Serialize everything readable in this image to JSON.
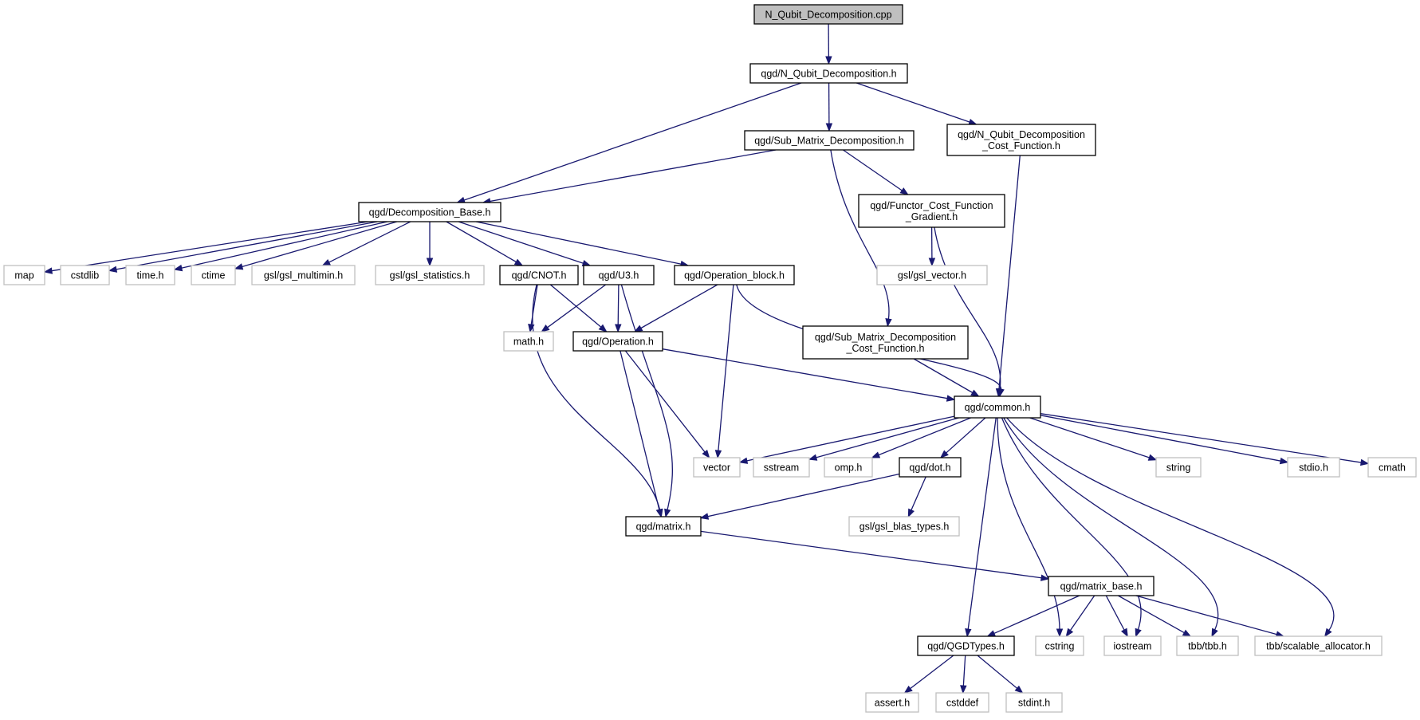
{
  "graph": {
    "colors": {
      "edge": "#191970",
      "root_fill": "#bfbfbf",
      "header_border": "#000000",
      "external_border": "#bfbfbf",
      "node_fill": "#ffffff"
    },
    "nodes": [
      {
        "id": "root",
        "lines": [
          "N_Qubit_Decomposition.cpp"
        ],
        "kind": "root"
      },
      {
        "id": "nqd_h",
        "lines": [
          "qgd/N_Qubit_Decomposition.h"
        ],
        "kind": "header"
      },
      {
        "id": "smd_h",
        "lines": [
          "qgd/Sub_Matrix_Decomposition.h"
        ],
        "kind": "header"
      },
      {
        "id": "nqdcf_h",
        "lines": [
          "qgd/N_Qubit_Decomposition",
          "_Cost_Function.h"
        ],
        "kind": "header"
      },
      {
        "id": "db_h",
        "lines": [
          "qgd/Decomposition_Base.h"
        ],
        "kind": "header"
      },
      {
        "id": "fcfg_h",
        "lines": [
          "qgd/Functor_Cost_Function",
          "_Gradient.h"
        ],
        "kind": "header"
      },
      {
        "id": "map",
        "lines": [
          "map"
        ],
        "kind": "external"
      },
      {
        "id": "cstdlib",
        "lines": [
          "cstdlib"
        ],
        "kind": "external"
      },
      {
        "id": "time_h",
        "lines": [
          "time.h"
        ],
        "kind": "external"
      },
      {
        "id": "ctime",
        "lines": [
          "ctime"
        ],
        "kind": "external"
      },
      {
        "id": "gsl_multimin",
        "lines": [
          "gsl/gsl_multimin.h"
        ],
        "kind": "external"
      },
      {
        "id": "gsl_stat",
        "lines": [
          "gsl/gsl_statistics.h"
        ],
        "kind": "external"
      },
      {
        "id": "cnot_h",
        "lines": [
          "qgd/CNOT.h"
        ],
        "kind": "header"
      },
      {
        "id": "u3_h",
        "lines": [
          "qgd/U3.h"
        ],
        "kind": "header"
      },
      {
        "id": "opblock_h",
        "lines": [
          "qgd/Operation_block.h"
        ],
        "kind": "header"
      },
      {
        "id": "gsl_vector",
        "lines": [
          "gsl/gsl_vector.h"
        ],
        "kind": "external"
      },
      {
        "id": "math_h",
        "lines": [
          "math.h"
        ],
        "kind": "external"
      },
      {
        "id": "op_h",
        "lines": [
          "qgd/Operation.h"
        ],
        "kind": "header"
      },
      {
        "id": "smdcf_h",
        "lines": [
          "qgd/Sub_Matrix_Decomposition",
          "_Cost_Function.h"
        ],
        "kind": "header"
      },
      {
        "id": "common_h",
        "lines": [
          "qgd/common.h"
        ],
        "kind": "header"
      },
      {
        "id": "vector",
        "lines": [
          "vector"
        ],
        "kind": "external"
      },
      {
        "id": "sstream",
        "lines": [
          "sstream"
        ],
        "kind": "external"
      },
      {
        "id": "omp_h",
        "lines": [
          "omp.h"
        ],
        "kind": "external"
      },
      {
        "id": "dot_h",
        "lines": [
          "qgd/dot.h"
        ],
        "kind": "header"
      },
      {
        "id": "string",
        "lines": [
          "string"
        ],
        "kind": "external"
      },
      {
        "id": "stdio_h",
        "lines": [
          "stdio.h"
        ],
        "kind": "external"
      },
      {
        "id": "cmath",
        "lines": [
          "cmath"
        ],
        "kind": "external"
      },
      {
        "id": "matrix_h",
        "lines": [
          "qgd/matrix.h"
        ],
        "kind": "header"
      },
      {
        "id": "gsl_blas",
        "lines": [
          "gsl/gsl_blas_types.h"
        ],
        "kind": "external"
      },
      {
        "id": "mbase_h",
        "lines": [
          "qgd/matrix_base.h"
        ],
        "kind": "header"
      },
      {
        "id": "qgdtypes_h",
        "lines": [
          "qgd/QGDTypes.h"
        ],
        "kind": "header"
      },
      {
        "id": "cstring",
        "lines": [
          "cstring"
        ],
        "kind": "external"
      },
      {
        "id": "iostream",
        "lines": [
          "iostream"
        ],
        "kind": "external"
      },
      {
        "id": "tbb_h",
        "lines": [
          "tbb/tbb.h"
        ],
        "kind": "external"
      },
      {
        "id": "tbb_alloc",
        "lines": [
          "tbb/scalable_allocator.h"
        ],
        "kind": "external"
      },
      {
        "id": "assert_h",
        "lines": [
          "assert.h"
        ],
        "kind": "external"
      },
      {
        "id": "cstddef",
        "lines": [
          "cstddef"
        ],
        "kind": "external"
      },
      {
        "id": "stdint_h",
        "lines": [
          "stdint.h"
        ],
        "kind": "external"
      }
    ],
    "edges": [
      [
        "root",
        "nqd_h"
      ],
      [
        "nqd_h",
        "db_h"
      ],
      [
        "nqd_h",
        "smd_h"
      ],
      [
        "nqd_h",
        "nqdcf_h"
      ],
      [
        "smd_h",
        "db_h"
      ],
      [
        "smd_h",
        "fcfg_h"
      ],
      [
        "smd_h",
        "smdcf_h"
      ],
      [
        "nqdcf_h",
        "common_h"
      ],
      [
        "db_h",
        "map"
      ],
      [
        "db_h",
        "cstdlib"
      ],
      [
        "db_h",
        "time_h"
      ],
      [
        "db_h",
        "ctime"
      ],
      [
        "db_h",
        "gsl_multimin"
      ],
      [
        "db_h",
        "gsl_stat"
      ],
      [
        "db_h",
        "cnot_h"
      ],
      [
        "db_h",
        "u3_h"
      ],
      [
        "db_h",
        "opblock_h"
      ],
      [
        "fcfg_h",
        "gsl_vector"
      ],
      [
        "fcfg_h",
        "common_h"
      ],
      [
        "cnot_h",
        "math_h"
      ],
      [
        "cnot_h",
        "op_h"
      ],
      [
        "cnot_h",
        "matrix_h"
      ],
      [
        "u3_h",
        "math_h"
      ],
      [
        "u3_h",
        "op_h"
      ],
      [
        "u3_h",
        "matrix_h"
      ],
      [
        "opblock_h",
        "op_h"
      ],
      [
        "opblock_h",
        "vector"
      ],
      [
        "opblock_h",
        "common_h"
      ],
      [
        "op_h",
        "common_h"
      ],
      [
        "op_h",
        "vector"
      ],
      [
        "op_h",
        "matrix_h"
      ],
      [
        "smdcf_h",
        "common_h"
      ],
      [
        "common_h",
        "vector"
      ],
      [
        "common_h",
        "sstream"
      ],
      [
        "common_h",
        "omp_h"
      ],
      [
        "common_h",
        "dot_h"
      ],
      [
        "common_h",
        "string"
      ],
      [
        "common_h",
        "stdio_h"
      ],
      [
        "common_h",
        "cmath"
      ],
      [
        "common_h",
        "qgdtypes_h"
      ],
      [
        "common_h",
        "cstring"
      ],
      [
        "common_h",
        "iostream"
      ],
      [
        "common_h",
        "tbb_h"
      ],
      [
        "common_h",
        "tbb_alloc"
      ],
      [
        "dot_h",
        "matrix_h"
      ],
      [
        "dot_h",
        "gsl_blas"
      ],
      [
        "matrix_h",
        "mbase_h"
      ],
      [
        "mbase_h",
        "qgdtypes_h"
      ],
      [
        "mbase_h",
        "cstring"
      ],
      [
        "mbase_h",
        "iostream"
      ],
      [
        "mbase_h",
        "tbb_h"
      ],
      [
        "mbase_h",
        "tbb_alloc"
      ],
      [
        "qgdtypes_h",
        "assert_h"
      ],
      [
        "qgdtypes_h",
        "cstddef"
      ],
      [
        "qgdtypes_h",
        "stdint_h"
      ]
    ]
  }
}
